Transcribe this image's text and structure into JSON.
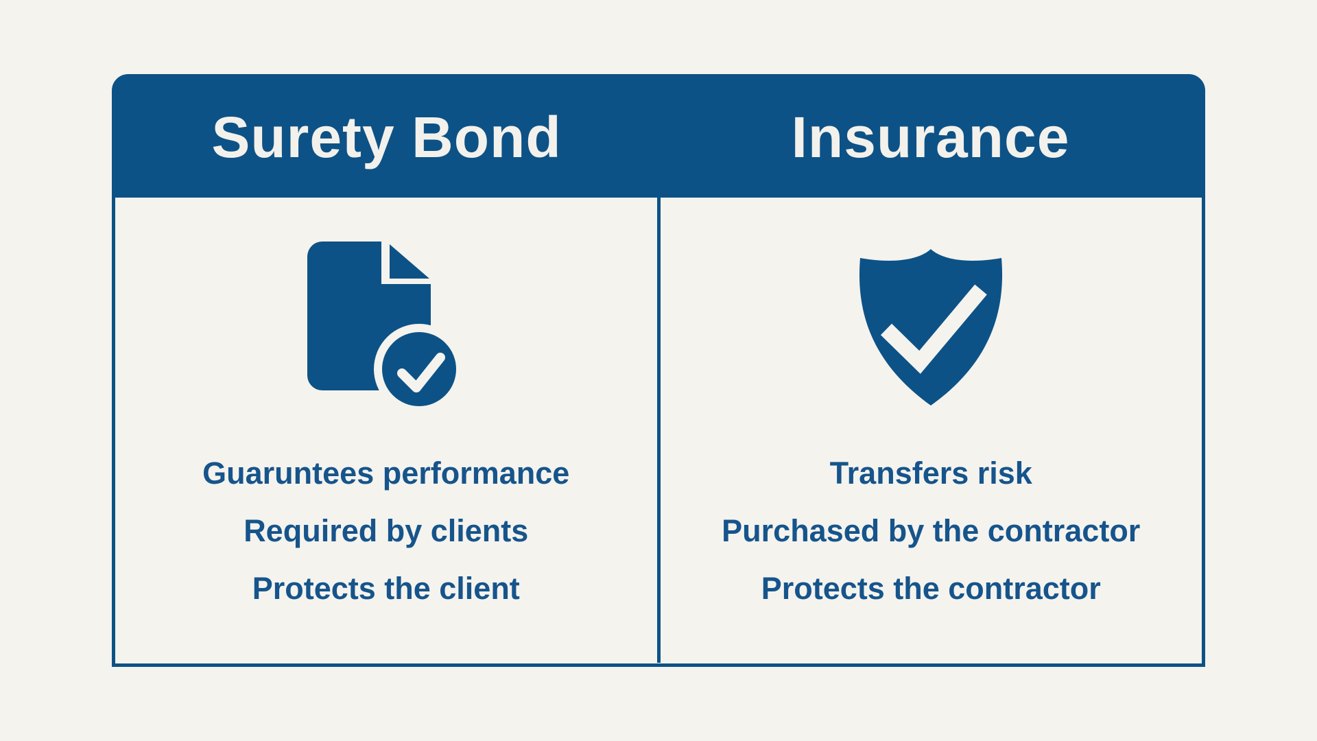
{
  "page": {
    "background_color": "#f4f3ee"
  },
  "colors": {
    "primary_blue": "#0d5286",
    "body_text_blue": "#16548b",
    "header_text": "#f3f1ec"
  },
  "comparison_card": {
    "columns": [
      {
        "header": "Surety Bond",
        "icon": "document-check-icon",
        "points": [
          "Guaruntees performance",
          "Required by clients",
          "Protects the client"
        ]
      },
      {
        "header": "Insurance",
        "icon": "shield-check-icon",
        "points": [
          "Transfers risk",
          "Purchased by the contractor",
          "Protects the contractor"
        ]
      }
    ]
  }
}
